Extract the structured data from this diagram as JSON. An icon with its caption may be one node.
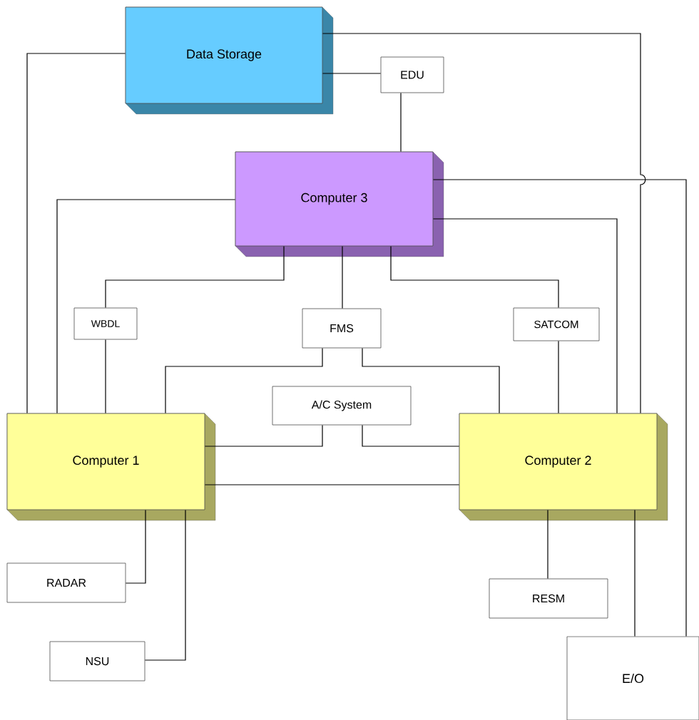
{
  "diagram": {
    "nodes": [
      {
        "text": [
          "Data Storage"
        ]
      },
      {
        "text": [
          "EDU"
        ]
      },
      {
        "text": [
          "Computer 3"
        ]
      },
      {
        "text": [
          "WBDL"
        ]
      },
      {
        "text": [
          "FMS"
        ]
      },
      {
        "text": [
          "SATCOM"
        ]
      },
      {
        "text": [
          "A/C System"
        ]
      },
      {
        "text": [
          "Computer 1"
        ]
      },
      {
        "text": [
          "Computer 2"
        ]
      },
      {
        "text": [
          "RADAR"
        ]
      },
      {
        "text": [
          "RESM"
        ]
      },
      {
        "text": [
          "NSU"
        ]
      },
      {
        "text": [
          "E/O"
        ]
      }
    ],
    "edges": [
      {
        "from": 0,
        "to": 7,
        "arrow": "none"
      },
      {
        "from": 0,
        "to": 8,
        "arrow": "none"
      },
      {
        "from": 0,
        "to": 1,
        "arrow": "none"
      },
      {
        "from": 1,
        "to": 2,
        "arrow": "none"
      },
      {
        "from": 2,
        "to": 7,
        "arrow": "none"
      },
      {
        "from": 2,
        "to": 12,
        "arrow": "none"
      },
      {
        "from": 2,
        "to": 8,
        "arrow": "none"
      },
      {
        "from": 2,
        "to": 3,
        "arrow": "none"
      },
      {
        "from": 3,
        "to": 7,
        "arrow": "none"
      },
      {
        "from": 2,
        "to": 4,
        "arrow": "none"
      },
      {
        "from": 2,
        "to": 5,
        "arrow": "none"
      },
      {
        "from": 5,
        "to": 8,
        "arrow": "none"
      },
      {
        "from": 4,
        "to": 7,
        "arrow": "none"
      },
      {
        "from": 4,
        "to": 8,
        "arrow": "none"
      },
      {
        "from": 6,
        "to": 7,
        "arrow": "none"
      },
      {
        "from": 6,
        "to": 8,
        "arrow": "none"
      },
      {
        "from": 7,
        "to": 8,
        "arrow": "none"
      },
      {
        "from": 7,
        "to": 9,
        "arrow": "none"
      },
      {
        "from": 7,
        "to": 11,
        "arrow": "none"
      },
      {
        "from": 8,
        "to": 10,
        "arrow": "none"
      },
      {
        "from": 8,
        "to": 12,
        "arrow": "none"
      }
    ]
  }
}
